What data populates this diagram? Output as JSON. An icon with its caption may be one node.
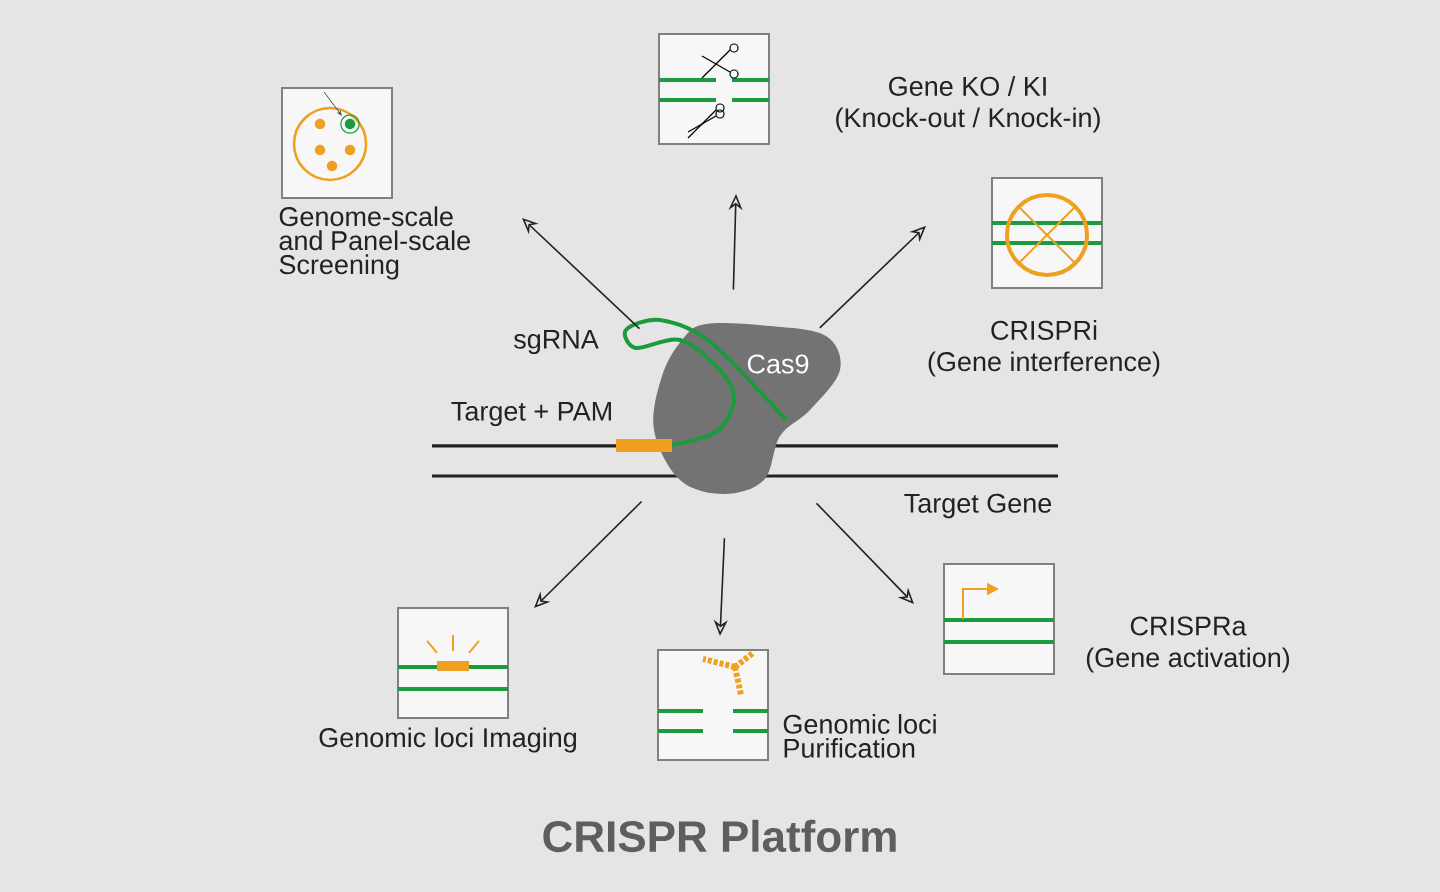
{
  "diagram": {
    "title": "CRISPR Platform",
    "nodes": [
      {
        "text": [
          "Cas9"
        ]
      },
      {
        "text": [
          "Genome-scale and Panel-scale Screening"
        ]
      },
      {
        "text": [
          "Gene KO / KI",
          "(Knock-out / Knock-in)"
        ]
      },
      {
        "text": [
          "CRISPRi",
          "(Gene interference)"
        ]
      },
      {
        "text": [
          "Genomic loci Imaging"
        ]
      },
      {
        "text": [
          "Genomic loci Purification"
        ]
      },
      {
        "text": [
          "CRISPRa",
          "(Gene activation)"
        ]
      }
    ],
    "edges": [
      {
        "from": 0,
        "to": 1,
        "arrow": "to"
      },
      {
        "from": 0,
        "to": 2,
        "arrow": "to"
      },
      {
        "from": 0,
        "to": 3,
        "arrow": "to"
      },
      {
        "from": 0,
        "to": 4,
        "arrow": "to"
      },
      {
        "from": 0,
        "to": 5,
        "arrow": "to"
      },
      {
        "from": 0,
        "to": 6,
        "arrow": "to"
      }
    ],
    "labels": [
      "sgRNA",
      "Target + PAM",
      "Target Gene"
    ]
  }
}
